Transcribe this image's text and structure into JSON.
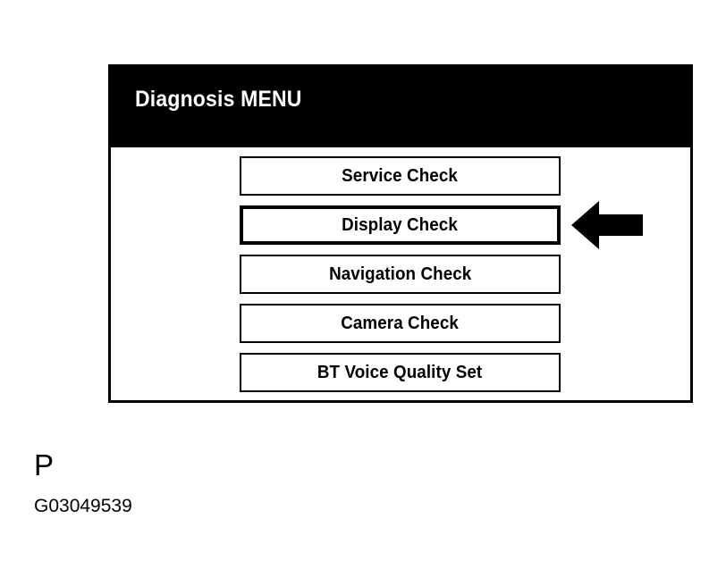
{
  "screen": {
    "title": "Diagnosis MENU",
    "title_color": "#FFFFFF",
    "title_bar_color": "#000000",
    "background_color": "#FFFFFF",
    "border_color": "#000000",
    "menu_items": [
      {
        "label": "Service Check",
        "selected": false
      },
      {
        "label": "Display Check",
        "selected": true
      },
      {
        "label": "Navigation Check",
        "selected": false
      },
      {
        "label": "Camera Check",
        "selected": false
      },
      {
        "label": "BT Voice Quality Set",
        "selected": false
      }
    ]
  },
  "annotation": {
    "arrow_icon": "arrow-left-icon",
    "arrow_direction": "left",
    "arrow_color": "#000000",
    "arrow_points_at": "Display Check"
  },
  "caption": {
    "letter": "P",
    "figure_id": "G03049539"
  }
}
